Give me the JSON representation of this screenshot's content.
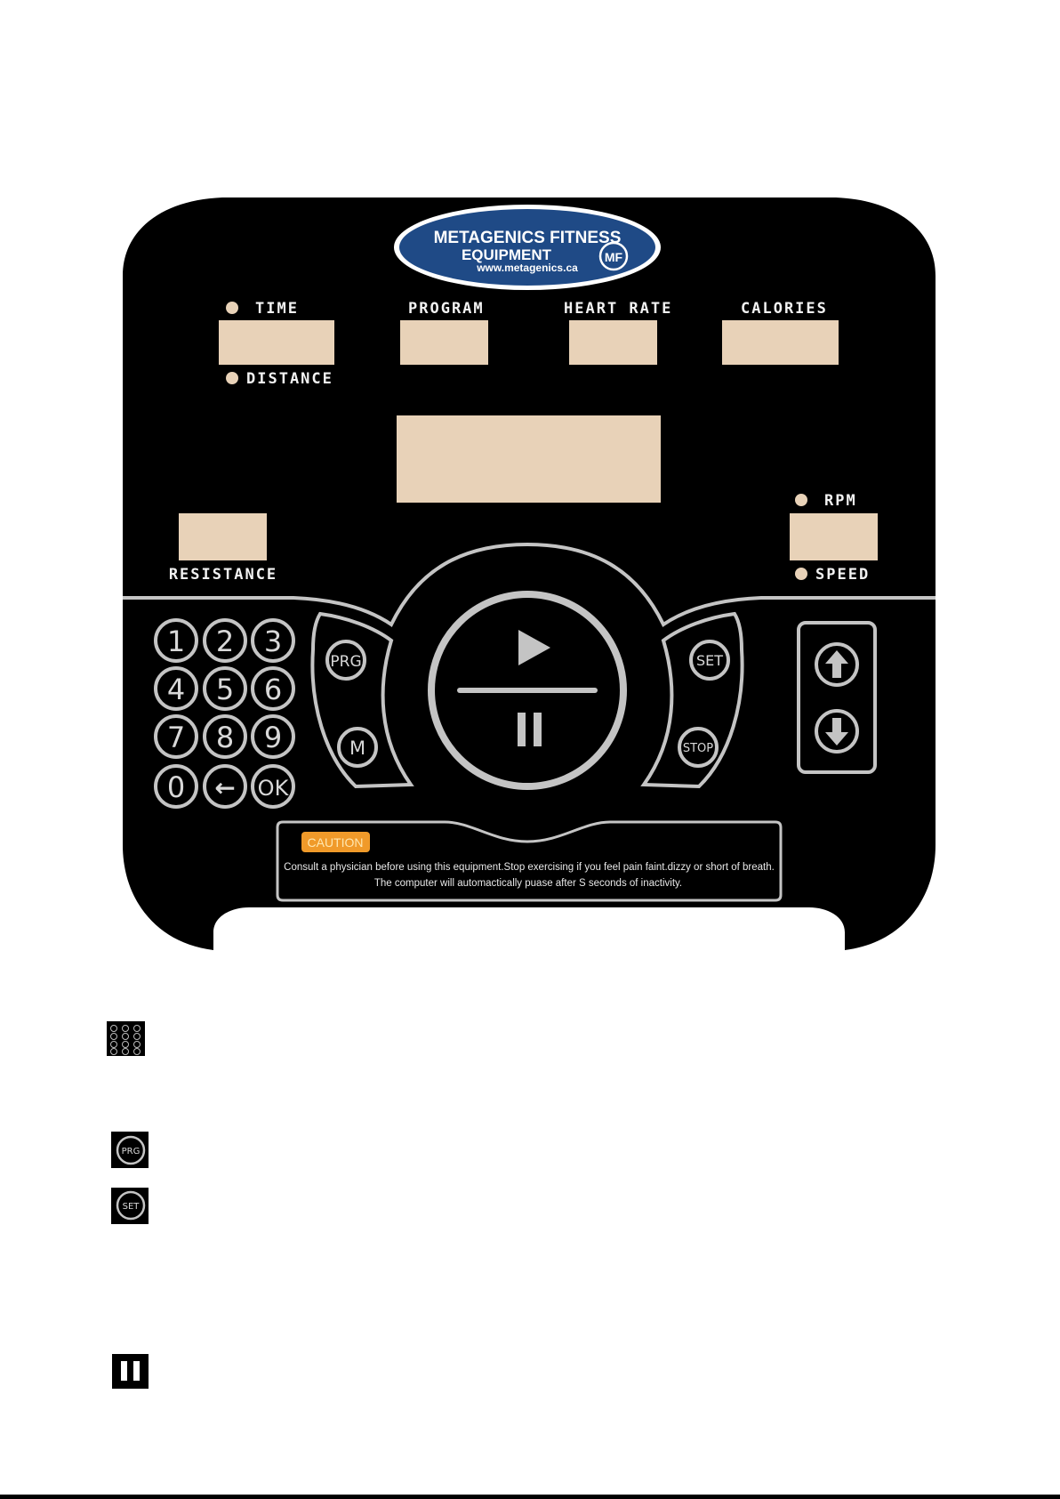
{
  "logo": {
    "line1": "METAGENICS FITNESS",
    "line2": "EQUIPMENT",
    "badge": "MF",
    "url": "www.metagenics.ca"
  },
  "labels": {
    "time": "TIME",
    "distance": "DISTANCE",
    "program": "PROGRAM",
    "heart_rate": "HEART RATE",
    "calories": "CALORIES",
    "rpm": "RPM",
    "speed": "SPEED",
    "resistance": "RESISTANCE"
  },
  "keypad": {
    "keys": [
      "1",
      "2",
      "3",
      "4",
      "5",
      "6",
      "7",
      "8",
      "9",
      "0",
      "←",
      "OK"
    ]
  },
  "buttons": {
    "prg": "PRG",
    "m": "M",
    "set": "SET",
    "stop": "STOP"
  },
  "caution": {
    "badge": "CAUTION",
    "line1": "Consult a physician before using this equipment.Stop exercising if you feel pain faint.dizzy or short of breath.",
    "line2": "The computer will automactically puase after S seconds of inactivity."
  },
  "legend": {
    "prg_thumb": "PRG",
    "set_thumb": "SET"
  },
  "colors": {
    "panel": "#000000",
    "display": "#e8d2b8",
    "ring": "#c4c4c4",
    "logo_blue": "#1f4a86",
    "caution": "#f09a2a"
  }
}
